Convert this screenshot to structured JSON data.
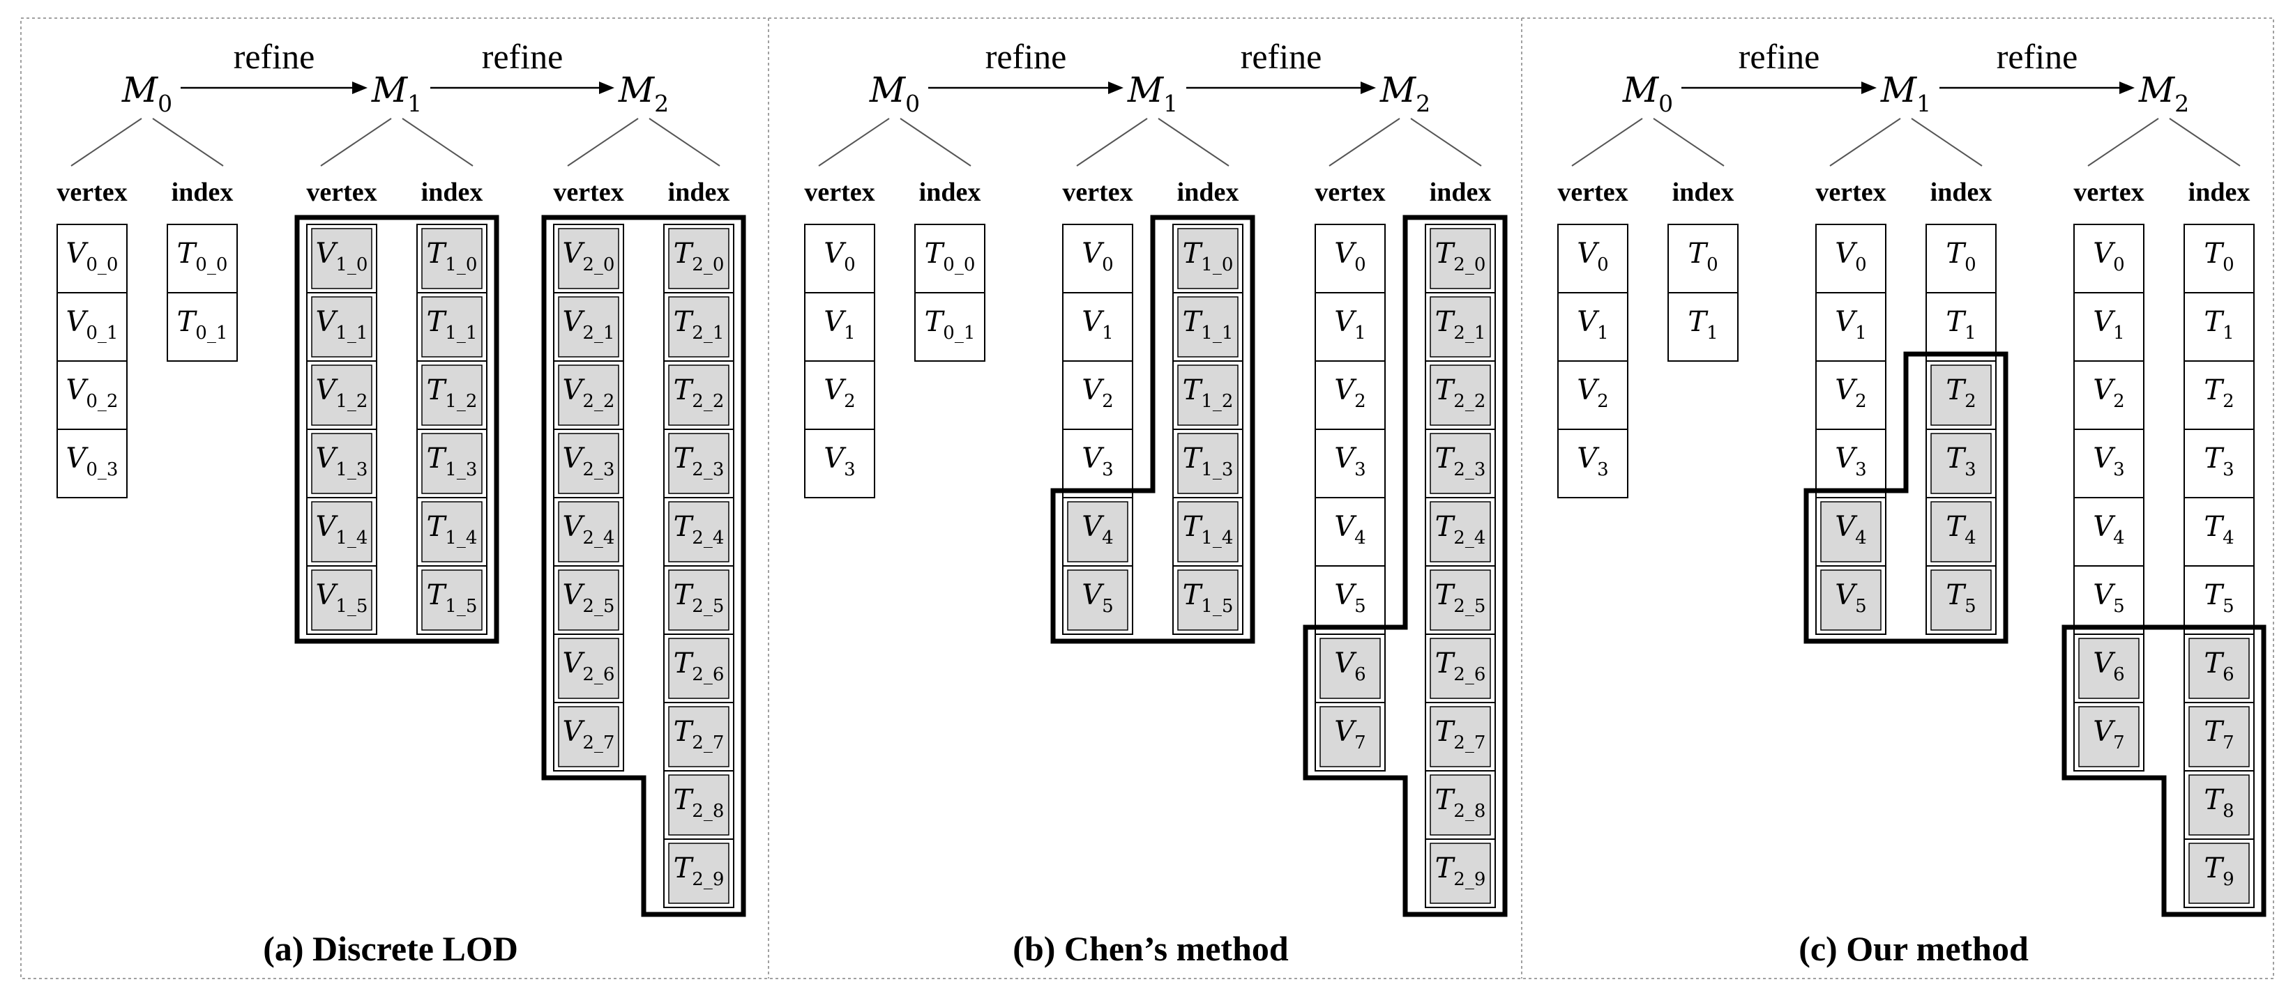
{
  "panels": [
    {
      "id": "a",
      "caption": "(a)  Discrete LOD",
      "models": [
        {
          "name": "M",
          "sub": "0",
          "vertices": [
            [
              "V",
              "0_0"
            ],
            [
              "V",
              "0_1"
            ],
            [
              "V",
              "0_2"
            ],
            [
              "V",
              "0_3"
            ]
          ],
          "indices": [
            [
              "T",
              "0_0"
            ],
            [
              "T",
              "0_1"
            ]
          ],
          "grey_from_vertex": null,
          "grey_from_index": null
        },
        {
          "name": "M",
          "sub": "1",
          "vertices": [
            [
              "V",
              "1_0"
            ],
            [
              "V",
              "1_1"
            ],
            [
              "V",
              "1_2"
            ],
            [
              "V",
              "1_3"
            ],
            [
              "V",
              "1_4"
            ],
            [
              "V",
              "1_5"
            ]
          ],
          "indices": [
            [
              "T",
              "1_0"
            ],
            [
              "T",
              "1_1"
            ],
            [
              "T",
              "1_2"
            ],
            [
              "T",
              "1_3"
            ],
            [
              "T",
              "1_4"
            ],
            [
              "T",
              "1_5"
            ]
          ],
          "grey_from_vertex": 0,
          "grey_from_index": 0
        },
        {
          "name": "M",
          "sub": "2",
          "vertices": [
            [
              "V",
              "2_0"
            ],
            [
              "V",
              "2_1"
            ],
            [
              "V",
              "2_2"
            ],
            [
              "V",
              "2_3"
            ],
            [
              "V",
              "2_4"
            ],
            [
              "V",
              "2_5"
            ],
            [
              "V",
              "2_6"
            ],
            [
              "V",
              "2_7"
            ]
          ],
          "indices": [
            [
              "T",
              "2_0"
            ],
            [
              "T",
              "2_1"
            ],
            [
              "T",
              "2_2"
            ],
            [
              "T",
              "2_3"
            ],
            [
              "T",
              "2_4"
            ],
            [
              "T",
              "2_5"
            ],
            [
              "T",
              "2_6"
            ],
            [
              "T",
              "2_7"
            ],
            [
              "T",
              "2_8"
            ],
            [
              "T",
              "2_9"
            ]
          ],
          "grey_from_vertex": 0,
          "grey_from_index": 0
        }
      ]
    },
    {
      "id": "b",
      "caption": "(b) Chen’s method",
      "models": [
        {
          "name": "M",
          "sub": "0",
          "vertices": [
            [
              "V",
              "0"
            ],
            [
              "V",
              "1"
            ],
            [
              "V",
              "2"
            ],
            [
              "V",
              "3"
            ]
          ],
          "indices": [
            [
              "T",
              "0_0"
            ],
            [
              "T",
              "0_1"
            ]
          ],
          "grey_from_vertex": null,
          "grey_from_index": null
        },
        {
          "name": "M",
          "sub": "1",
          "vertices": [
            [
              "V",
              "0"
            ],
            [
              "V",
              "1"
            ],
            [
              "V",
              "2"
            ],
            [
              "V",
              "3"
            ],
            [
              "V",
              "4"
            ],
            [
              "V",
              "5"
            ]
          ],
          "indices": [
            [
              "T",
              "1_0"
            ],
            [
              "T",
              "1_1"
            ],
            [
              "T",
              "1_2"
            ],
            [
              "T",
              "1_3"
            ],
            [
              "T",
              "1_4"
            ],
            [
              "T",
              "1_5"
            ]
          ],
          "grey_from_vertex": 4,
          "grey_from_index": 0
        },
        {
          "name": "M",
          "sub": "2",
          "vertices": [
            [
              "V",
              "0"
            ],
            [
              "V",
              "1"
            ],
            [
              "V",
              "2"
            ],
            [
              "V",
              "3"
            ],
            [
              "V",
              "4"
            ],
            [
              "V",
              "5"
            ],
            [
              "V",
              "6"
            ],
            [
              "V",
              "7"
            ]
          ],
          "indices": [
            [
              "T",
              "2_0"
            ],
            [
              "T",
              "2_1"
            ],
            [
              "T",
              "2_2"
            ],
            [
              "T",
              "2_3"
            ],
            [
              "T",
              "2_4"
            ],
            [
              "T",
              "2_5"
            ],
            [
              "T",
              "2_6"
            ],
            [
              "T",
              "2_7"
            ],
            [
              "T",
              "2_8"
            ],
            [
              "T",
              "2_9"
            ]
          ],
          "grey_from_vertex": 6,
          "grey_from_index": 0
        }
      ]
    },
    {
      "id": "c",
      "caption": "(c) Our method",
      "models": [
        {
          "name": "M",
          "sub": "0",
          "vertices": [
            [
              "V",
              "0"
            ],
            [
              "V",
              "1"
            ],
            [
              "V",
              "2"
            ],
            [
              "V",
              "3"
            ]
          ],
          "indices": [
            [
              "T",
              "0"
            ],
            [
              "T",
              "1"
            ]
          ],
          "grey_from_vertex": null,
          "grey_from_index": null
        },
        {
          "name": "M",
          "sub": "1",
          "vertices": [
            [
              "V",
              "0"
            ],
            [
              "V",
              "1"
            ],
            [
              "V",
              "2"
            ],
            [
              "V",
              "3"
            ],
            [
              "V",
              "4"
            ],
            [
              "V",
              "5"
            ]
          ],
          "indices": [
            [
              "T",
              "0"
            ],
            [
              "T",
              "1"
            ],
            [
              "T",
              "2"
            ],
            [
              "T",
              "3"
            ],
            [
              "T",
              "4"
            ],
            [
              "T",
              "5"
            ]
          ],
          "grey_from_vertex": 4,
          "grey_from_index": 2
        },
        {
          "name": "M",
          "sub": "2",
          "vertices": [
            [
              "V",
              "0"
            ],
            [
              "V",
              "1"
            ],
            [
              "V",
              "2"
            ],
            [
              "V",
              "3"
            ],
            [
              "V",
              "4"
            ],
            [
              "V",
              "5"
            ],
            [
              "V",
              "6"
            ],
            [
              "V",
              "7"
            ]
          ],
          "indices": [
            [
              "T",
              "0"
            ],
            [
              "T",
              "1"
            ],
            [
              "T",
              "2"
            ],
            [
              "T",
              "3"
            ],
            [
              "T",
              "4"
            ],
            [
              "T",
              "5"
            ],
            [
              "T",
              "6"
            ],
            [
              "T",
              "7"
            ],
            [
              "T",
              "8"
            ],
            [
              "T",
              "9"
            ]
          ],
          "grey_from_vertex": 6,
          "grey_from_index": 6
        }
      ]
    }
  ],
  "labels": {
    "refine": "refine",
    "vertex": "vertex",
    "index": "index"
  },
  "colors": {
    "grey_cell": "#d9d9d9",
    "white_cell": "#ffffff",
    "line": "#000000",
    "divider": "#a0a0a0"
  }
}
